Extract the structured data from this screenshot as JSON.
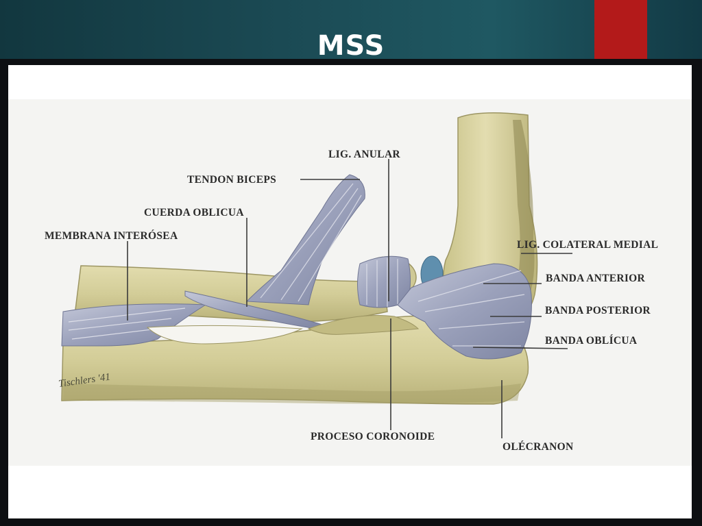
{
  "slide": {
    "title": "MSS"
  },
  "figure": {
    "labels": {
      "lig_anular": "LIG. ANULAR",
      "tendon_biceps": "TENDON BICEPS",
      "cuerda_oblicua": "CUERDA OBLICUA",
      "membrana_interosea": "MEMBRANA INTERÓSEA",
      "lig_colateral_medial": "LIG. COLATERAL MEDIAL",
      "banda_anterior": "BANDA ANTERIOR",
      "banda_posterior": "BANDA POSTERIOR",
      "banda_oblicua": "BANDA OBLÍCUA",
      "proceso_coronoide": "PROCESO CORONOIDE",
      "olecranon": "OLÉCRANON"
    },
    "signature": "Tischlers '41"
  },
  "colors": {
    "header": "#1b4a54",
    "accent": "#b31a1a",
    "bone": "#d4cf9c",
    "ligament": "#a8adc4"
  }
}
